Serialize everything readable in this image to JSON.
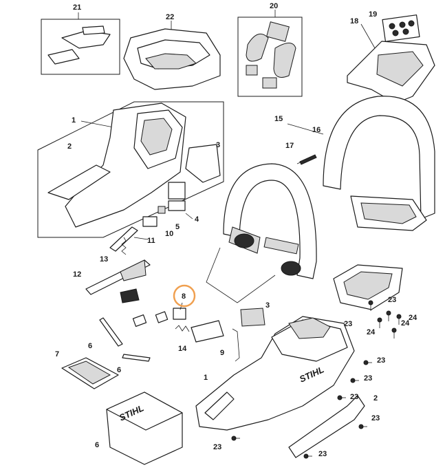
{
  "diagram": {
    "callouts": [
      {
        "id": "c21",
        "text": "21"
      },
      {
        "id": "c22",
        "text": "22"
      },
      {
        "id": "c20",
        "text": "20"
      },
      {
        "id": "c19",
        "text": "19"
      },
      {
        "id": "c18",
        "text": "18"
      },
      {
        "id": "c1a",
        "text": "1"
      },
      {
        "id": "c2a",
        "text": "2"
      },
      {
        "id": "c3a",
        "text": "3"
      },
      {
        "id": "c15",
        "text": "15"
      },
      {
        "id": "c16",
        "text": "16"
      },
      {
        "id": "c17",
        "text": "17"
      },
      {
        "id": "c4",
        "text": "4"
      },
      {
        "id": "c5",
        "text": "5"
      },
      {
        "id": "c10",
        "text": "10"
      },
      {
        "id": "c11",
        "text": "11"
      },
      {
        "id": "c13",
        "text": "13"
      },
      {
        "id": "c12",
        "text": "12"
      },
      {
        "id": "c8",
        "text": "8"
      },
      {
        "id": "c6a",
        "text": "6"
      },
      {
        "id": "c7",
        "text": "7"
      },
      {
        "id": "c6b",
        "text": "6"
      },
      {
        "id": "c14",
        "text": "14"
      },
      {
        "id": "c9",
        "text": "9"
      },
      {
        "id": "c3b",
        "text": "3"
      },
      {
        "id": "c1b",
        "text": "1"
      },
      {
        "id": "c23a",
        "text": "23"
      },
      {
        "id": "c23b",
        "text": "23"
      },
      {
        "id": "c24a",
        "text": "24"
      },
      {
        "id": "c24b",
        "text": "24"
      },
      {
        "id": "c24c",
        "text": "24"
      },
      {
        "id": "c23c",
        "text": "23"
      },
      {
        "id": "c23d",
        "text": "23"
      },
      {
        "id": "c23e",
        "text": "23"
      },
      {
        "id": "c2b",
        "text": "2"
      },
      {
        "id": "c23f",
        "text": "23"
      },
      {
        "id": "c23g",
        "text": "23"
      },
      {
        "id": "c23h",
        "text": "23"
      },
      {
        "id": "c6c",
        "text": "6"
      }
    ],
    "highlight": {
      "text": "8",
      "color": "#f0a050"
    },
    "logos": [
      {
        "id": "logo-housing",
        "text": "STIHL"
      },
      {
        "id": "logo-cover",
        "text": "STIHL"
      }
    ]
  }
}
